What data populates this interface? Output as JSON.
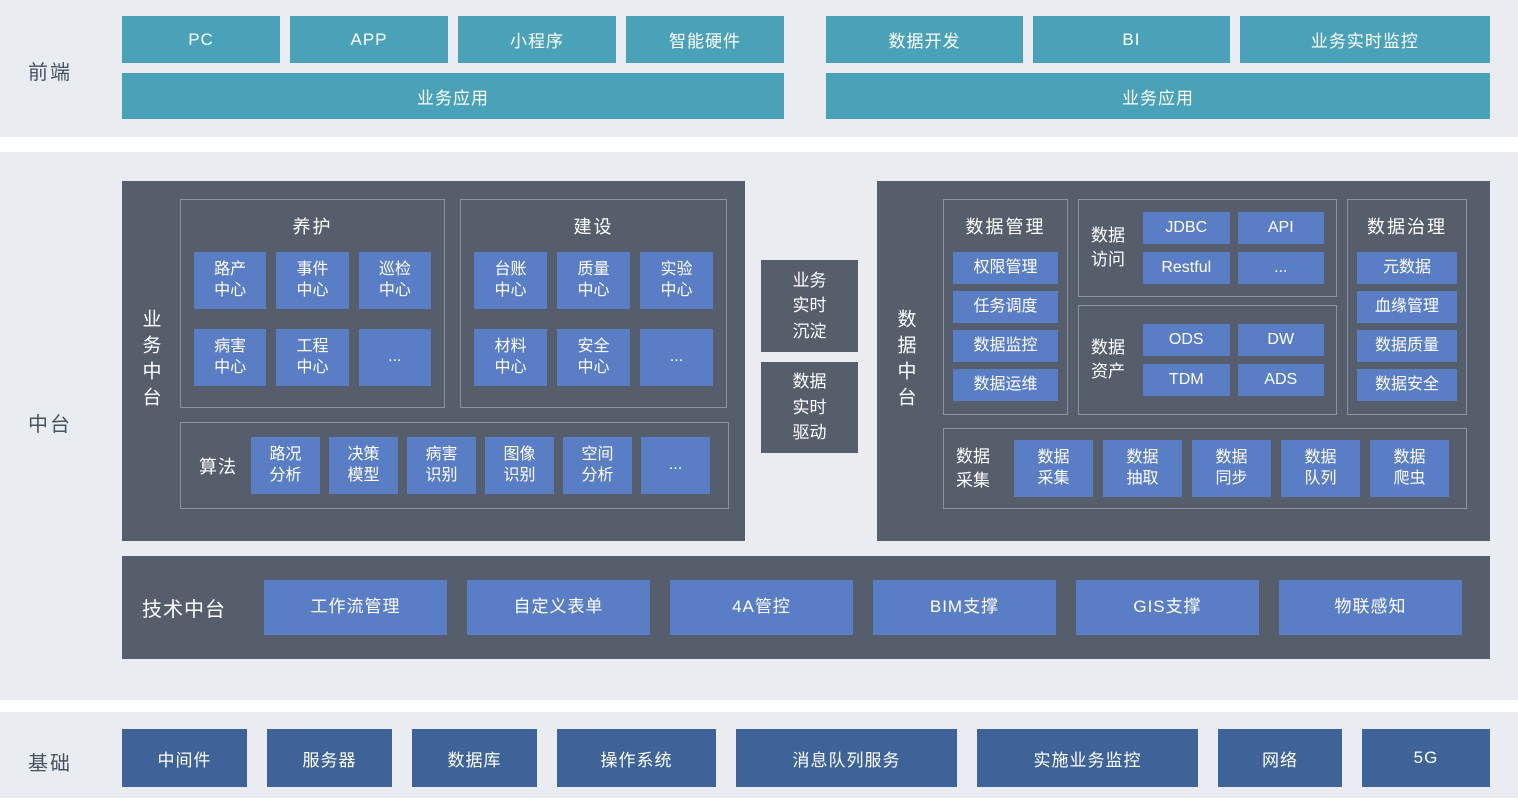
{
  "frontend": {
    "label": "前端",
    "left": {
      "items": [
        "PC",
        "APP",
        "小程序",
        "智能硬件"
      ],
      "bar": "业务应用"
    },
    "right": {
      "items": [
        "数据开发",
        "BI",
        "业务实时监控"
      ],
      "bar": "业务应用"
    }
  },
  "middle": {
    "label": "中台",
    "business": {
      "title": "业务中台",
      "maintenance": {
        "title": "养护",
        "items": [
          "路产\n中心",
          "事件\n中心",
          "巡检\n中心",
          "病害\n中心",
          "工程\n中心",
          "..."
        ]
      },
      "construction": {
        "title": "建设",
        "items": [
          "台账\n中心",
          "质量\n中心",
          "实验\n中心",
          "材料\n中心",
          "安全\n中心",
          "..."
        ]
      },
      "algorithm": {
        "label": "算法",
        "items": [
          "路况\n分析",
          "决策\n模型",
          "病害\n识别",
          "图像\n识别",
          "空间\n分析",
          "..."
        ]
      }
    },
    "connectors": [
      "业务\n实时\n沉淀",
      "数据\n实时\n驱动"
    ],
    "data": {
      "title": "数据中台",
      "management": {
        "title": "数据管理",
        "items": [
          "权限管理",
          "任务调度",
          "数据监控",
          "数据运维"
        ]
      },
      "access": {
        "label": "数据\n访问",
        "items": [
          "JDBC",
          "API",
          "Restful",
          "..."
        ]
      },
      "asset": {
        "label": "数据\n资产",
        "items": [
          "ODS",
          "DW",
          "TDM",
          "ADS"
        ]
      },
      "governance": {
        "title": "数据治理",
        "items": [
          "元数据",
          "血缘管理",
          "数据质量",
          "数据安全"
        ]
      },
      "collection": {
        "label": "数据\n采集",
        "items": [
          "数据\n采集",
          "数据\n抽取",
          "数据\n同步",
          "数据\n队列",
          "数据\n爬虫"
        ]
      }
    },
    "tech": {
      "label": "技术中台",
      "items": [
        "工作流管理",
        "自定义表单",
        "4A管控",
        "BIM支撑",
        "GIS支撑",
        "物联感知"
      ]
    }
  },
  "base": {
    "label": "基础",
    "items": [
      "中间件",
      "服务器",
      "数据库",
      "操作系统",
      "消息队列服务",
      "实施业务监控",
      "网络",
      "5G"
    ]
  },
  "colors": {
    "band_bg": "#e9edf2",
    "teal_block": "#4aa2b8",
    "dark_panel": "#565e6c",
    "blue_block": "#5a7ec6",
    "base_block": "#3d6398",
    "inner_border": "#8695a8",
    "label_text": "#47525f"
  }
}
